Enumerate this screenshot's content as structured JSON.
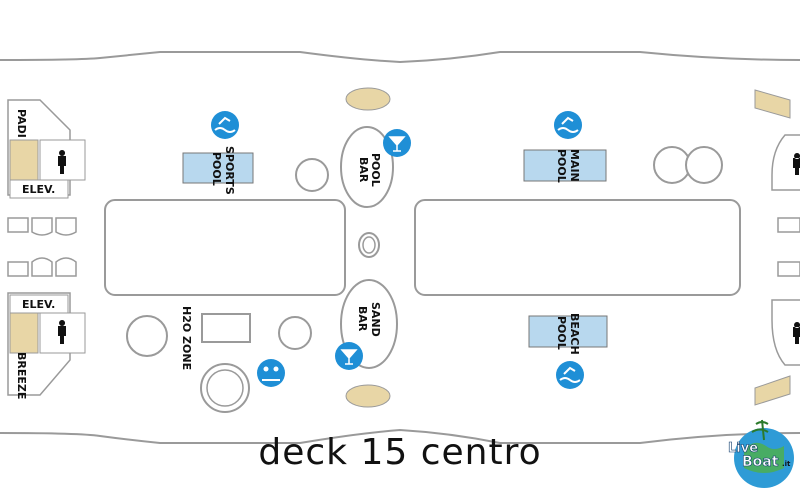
{
  "caption": "deck 15 centro",
  "labels": {
    "padi": "PADI",
    "elev_top": "ELEV.",
    "elev_bottom": "ELEV.",
    "breeze": "BREEZE",
    "sports_pool": [
      "SPORTS",
      "POOL"
    ],
    "pool_bar": [
      "POOL",
      "BAR"
    ],
    "main_pool": [
      "MAIN",
      "POOL"
    ],
    "h2o_zone": "H2O ZONE",
    "sand_bar": [
      "SAND",
      "BAR"
    ],
    "beach_pool": [
      "BEACH",
      "POOL"
    ]
  },
  "logo": {
    "line1": "Live",
    "line2": "Boat",
    "suffix": ".it"
  },
  "colors": {
    "outline": "#9a9a9a",
    "pool_fill": "#b8d8ee",
    "icon_blue": "#1f8fd6",
    "wood": "#e8d6a6"
  },
  "icons": [
    "swimmer-icon",
    "cocktail-icon",
    "restroom-icon",
    "kids-icon",
    "lounger-icon"
  ]
}
